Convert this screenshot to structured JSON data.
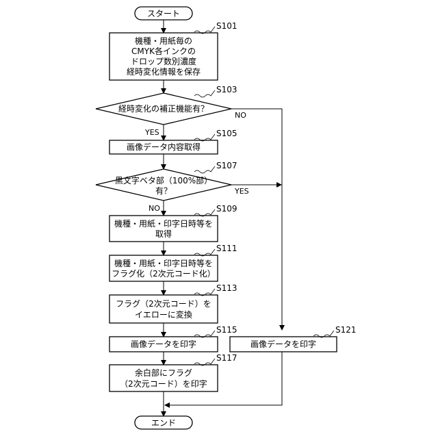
{
  "start": "スタート",
  "end": "エンド",
  "steps": {
    "s101": {
      "label": "S101",
      "lines": [
        "機種・用紙毎の",
        "CMYK各インクの",
        "ドロップ数別濃度",
        "経時変化情報を保存"
      ]
    },
    "s103": {
      "label": "S103",
      "lines": [
        "経時変化の補正機能有？"
      ]
    },
    "s105": {
      "label": "S105",
      "lines": [
        "画像データ内容取得"
      ]
    },
    "s107": {
      "label": "S107",
      "lines": [
        "黒文字ベタ部（100%部）",
        "有？"
      ]
    },
    "s109": {
      "label": "S109",
      "lines": [
        "機種・用紙・印字日時等を",
        "取得"
      ]
    },
    "s111": {
      "label": "S111",
      "lines": [
        "機種・用紙・印字日時等を",
        "フラグ化（2次元コード化）"
      ]
    },
    "s113": {
      "label": "S113",
      "lines": [
        "フラグ（2次元コード）を",
        "イエローに変換"
      ]
    },
    "s115": {
      "label": "S115",
      "lines": [
        "画像データを印字"
      ]
    },
    "s117": {
      "label": "S117",
      "lines": [
        "余白部にフラグ",
        "（2次元コード）を印字"
      ]
    },
    "s121": {
      "label": "S121",
      "lines": [
        "画像データを印字"
      ]
    }
  },
  "branches": {
    "s103_yes": "YES",
    "s103_no": "NO",
    "s107_yes": "YES",
    "s107_no": "NO"
  }
}
